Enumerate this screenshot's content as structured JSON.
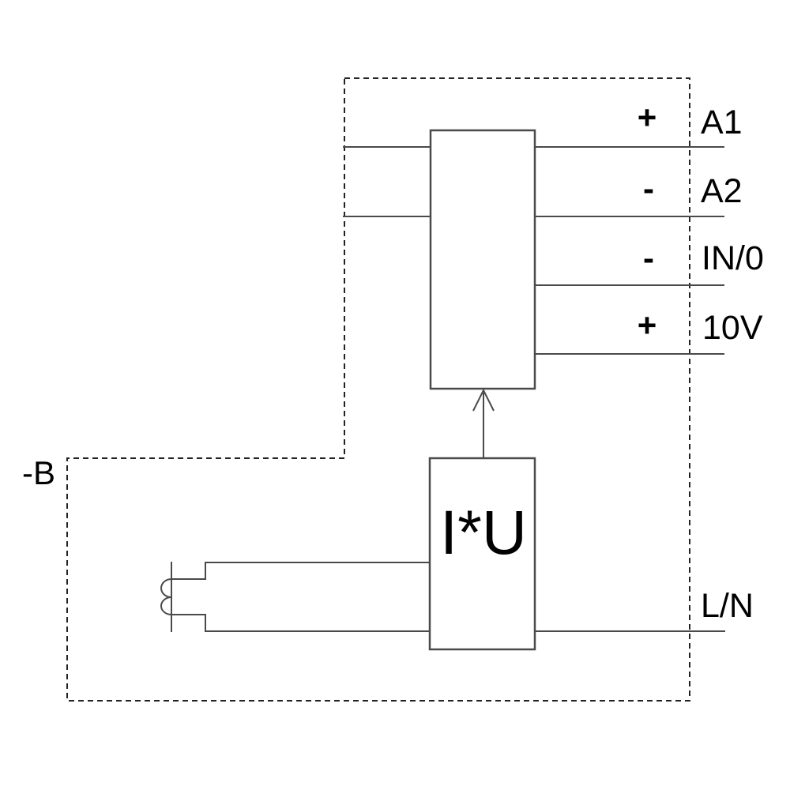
{
  "diagram": {
    "device_label": "-B",
    "converter_label": "I*U",
    "terminals": [
      {
        "polarity": "+",
        "name": "A1"
      },
      {
        "polarity": "-",
        "name": "A2"
      },
      {
        "polarity": "-",
        "name": "IN/0"
      },
      {
        "polarity": "+",
        "name": "10V"
      }
    ],
    "line_label": "L/N",
    "colors": {
      "wire": "#4a4a4a",
      "outline_dash": "#222222",
      "text": "#000000",
      "background": "#ffffff"
    }
  }
}
